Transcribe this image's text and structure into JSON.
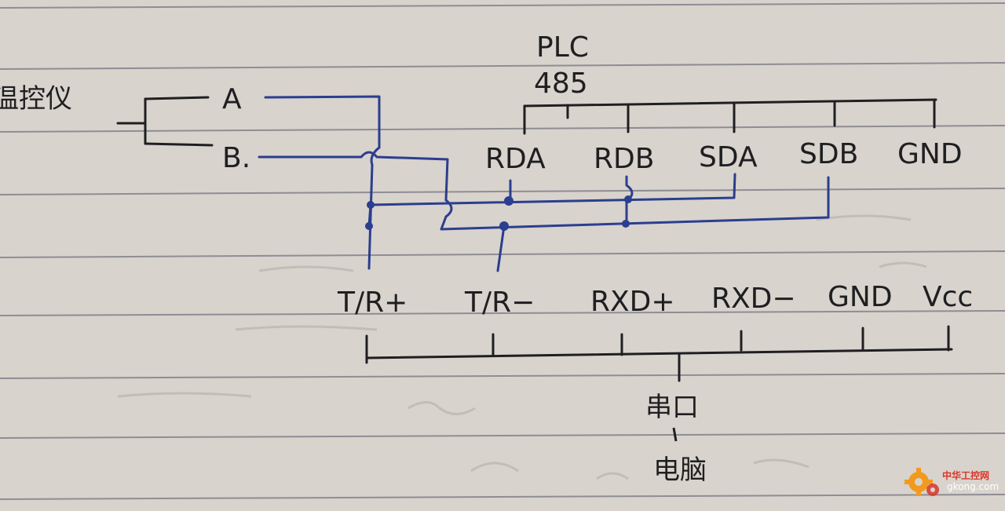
{
  "colors": {
    "paper": "#d8d3cc",
    "ruled_line": "#8f8d95",
    "ink_black": "#1f1f22",
    "ink_blue": "#2b3e8f",
    "watermark_orange": "#f29a1e",
    "watermark_red": "#d8362b"
  },
  "instrument": {
    "name": "温控仪",
    "terminals": [
      "A",
      "B."
    ]
  },
  "plc": {
    "title": "PLC",
    "port": "485",
    "terminals": [
      "RDA",
      "RDB",
      "SDA",
      "SDB",
      "GND"
    ]
  },
  "serial": {
    "terminals": [
      "T/R+",
      "T/R−",
      "RXD+",
      "RXD−",
      "GND",
      "Vcc"
    ],
    "label": "串口",
    "computer": "电脑"
  },
  "watermark": {
    "brand": "中华工控网",
    "url": "gkong.com",
    "icon": "gear-icon"
  }
}
